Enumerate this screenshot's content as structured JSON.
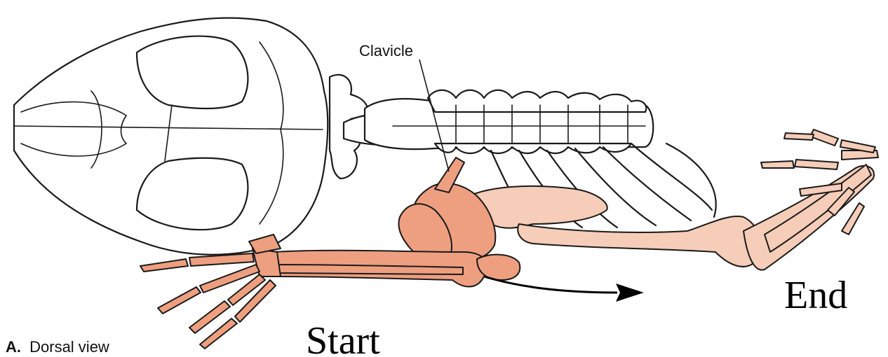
{
  "labels": {
    "clavicle": "Clavicle",
    "start": "Start",
    "end": "End",
    "caption_letter": "A.",
    "caption_text": "Dorsal view"
  },
  "colors": {
    "start_limb": "#ee9f80",
    "end_limb": "#f6cdb8",
    "outline": "#1a1a1a"
  }
}
